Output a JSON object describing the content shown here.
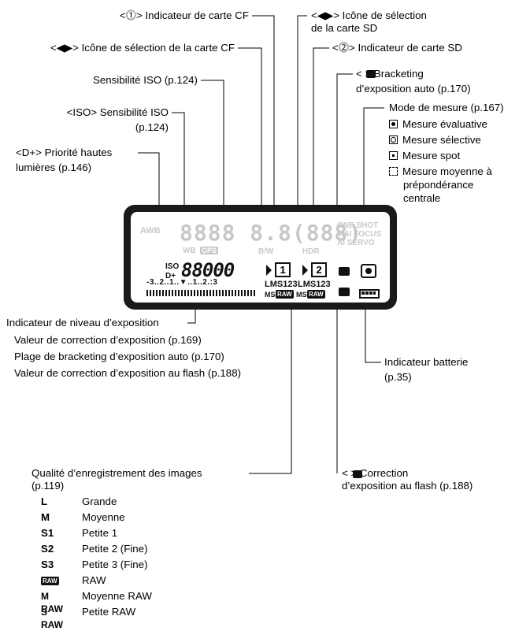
{
  "labels": {
    "cf_indicator": "<⓵> Indicateur de carte CF",
    "sd_select_1": "<◀▶> Icône de sélection",
    "sd_select_2": "de la carte SD",
    "cf_select": "<◀▶> Icône de sélection de la carte CF",
    "sd_indicator": "<⓶> Indicateur de carte SD",
    "iso_sens": "Sensibilité ISO (p.124)",
    "bracket_1": "< > Bracketing",
    "bracket_2": "d’exposition auto (p.170)",
    "iso_tag_1": "<ISO> Sensibilité ISO",
    "iso_tag_2": "(p.124)",
    "metering_title": "Mode de mesure (p.167)",
    "priority_1": "<D+> Priorité hautes",
    "priority_2": "lumières (p.146)",
    "exposure_level": "Indicateur de niveau d’exposition",
    "exp_comp": "Valeur de correction d’exposition (p.169)",
    "aeb_range": "Plage de bracketing d’exposition auto (p.170)",
    "flash_comp_value": "Valeur de correction d’exposition au flash (p.188)",
    "battery_1": "Indicateur batterie",
    "battery_2": "(p.35)",
    "quality_1": "Qualité d’enregistrement des images",
    "quality_2": "(p.119)",
    "flash_exp_1": "< > Correction",
    "flash_exp_2": "d’exposition au flash (p.188)"
  },
  "metering_modes": [
    {
      "icon": "evaluative-metering-icon",
      "label": "Mesure évaluative"
    },
    {
      "icon": "partial-metering-icon",
      "label": "Mesure sélective"
    },
    {
      "icon": "spot-metering-icon",
      "label": "Mesure spot"
    },
    {
      "icon": "center-weighted-metering-icon",
      "label": "Mesure moyenne à"
    },
    {
      "icon": "",
      "label": "prépondérance"
    },
    {
      "icon": "",
      "label": "centrale"
    }
  ],
  "quality_items": [
    {
      "symbol": "L",
      "label": "Grande"
    },
    {
      "symbol": "M",
      "label": "Moyenne"
    },
    {
      "symbol": "S1",
      "label": "Petite 1"
    },
    {
      "symbol": "S2",
      "label": "Petite 2 (Fine)"
    },
    {
      "symbol": "S3",
      "label": "Petite 3 (Fine)"
    },
    {
      "symbol": "RAW",
      "label": "RAW"
    },
    {
      "symbol": "M RAW",
      "label": "Moyenne RAW"
    },
    {
      "symbol": "S RAW",
      "label": "Petite RAW"
    }
  ],
  "lcd": {
    "iso": "ISO",
    "dplus": "D+",
    "digits": "88000",
    "card1": "1",
    "card2": "2",
    "lms_left": "LMS123",
    "lms_right": "LMS123",
    "ms_left": "MS",
    "ms_right": "MS",
    "raw": "RAW",
    "scale": "-3..2..1..▼..1..2.:3",
    "ghost_top": "8888 8.8(888)",
    "ghost_right_1": "ONE SHOT",
    "ghost_right_2": "MAI FOCUS",
    "ghost_right_3": "AI SERVO",
    "ghost_awb": "AWB",
    "ghost_wb": "WB",
    "ghost_gps": "GPS",
    "ghost_bw": "B/W",
    "ghost_hdr": "HDR"
  }
}
